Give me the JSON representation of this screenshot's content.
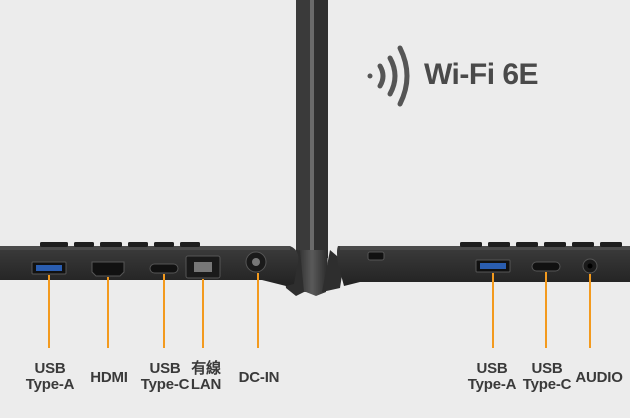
{
  "wifi": {
    "label": "Wi-Fi 6E",
    "icon": "wifi-signal-icon",
    "color": "#555555"
  },
  "colors": {
    "background": "#ececec",
    "chassis": "#333333",
    "callout": "#f39a1e",
    "label": "#3a3a3a"
  },
  "left_ports": [
    {
      "id": "usb-a-left",
      "label": "USB\nType-A"
    },
    {
      "id": "hdmi",
      "label": "HDMI"
    },
    {
      "id": "usb-c-left",
      "label": "USB\nType-C"
    },
    {
      "id": "lan",
      "label": "有線\nLAN"
    },
    {
      "id": "dc-in",
      "label": "DC-IN"
    }
  ],
  "right_ports": [
    {
      "id": "usb-a-right",
      "label": "USB\nType-A"
    },
    {
      "id": "usb-c-right",
      "label": "USB\nType-C"
    },
    {
      "id": "audio",
      "label": "AUDIO"
    }
  ]
}
